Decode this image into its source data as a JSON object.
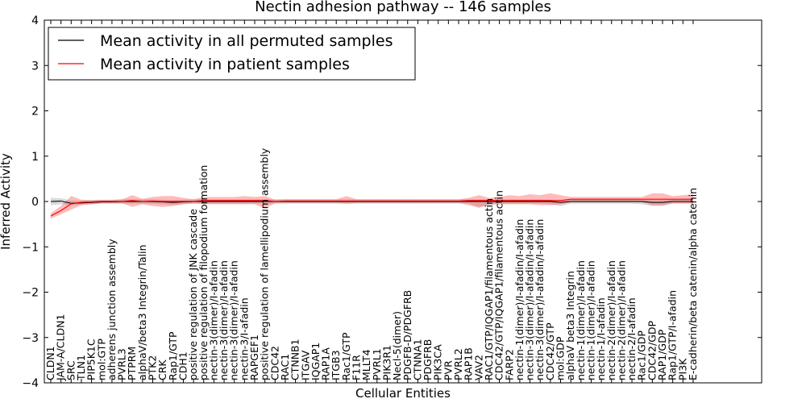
{
  "chart_data": {
    "type": "line",
    "title": "Nectin adhesion pathway -- 146 samples",
    "xlabel": "Cellular Entities",
    "ylabel": "Inferred Activity",
    "ylim": [
      -4,
      4
    ],
    "yticks": [
      -4,
      -3,
      -2,
      -1,
      0,
      1,
      2,
      3,
      4
    ],
    "ytick_labels": [
      "−4",
      "−3",
      "−2",
      "−1",
      "0",
      "1",
      "2",
      "3",
      "4"
    ],
    "grid": false,
    "legend_position": "top-left",
    "categories": [
      "CLDN1",
      "JAM-A/CLDN1",
      "SRC",
      "TLN1",
      "PIP5K1C",
      "mol:GTP",
      "adherens junction assembly",
      "PVRL3",
      "PTPRM",
      "alphaV/beta3 Integrin/Talin",
      "PTK2",
      "CRK",
      "Rap1/GTP",
      "CDH1",
      "positive regulation of JNK cascade",
      "positive regulation of filopodium formation",
      "nectin-3(dimer)/I-afadin",
      "nectin-3(dimer)/I-afadin",
      "nectin-3(dimer)/I-afadin",
      "nectin-3/I-afadin",
      "RAPGEF1",
      "positive regulation of lamellipodium assembly",
      "CDC42",
      "RAC1",
      "CTNNB1",
      "ITGAV",
      "IQGAP1",
      "RAP1A",
      "ITGB3",
      "Rac1/GTP",
      "F11R",
      "MLLT4",
      "PVRL1",
      "PIK3R1",
      "Necl-5(dimer)",
      "PDGFB-D/PDGFRB",
      "CTNNA1",
      "PDGFRB",
      "PIK3CA",
      "PVR",
      "PVRL2",
      "RAP1B",
      "VAV2",
      "RAC1/GTP/IQGAP1/filamentous actin",
      "CDC42/GTP/IQGAP1/filamentous actin",
      "FARP2",
      "nectin-1(dimer)/I-afadin/I-afadin",
      "nectin-3(dimer)/I-afadin/I-afadin",
      "nectin-3(dimer)/I-afadin/I-afadin",
      "CDC42/GTP",
      "mol:GDP",
      "alphaV beta3 Integrin",
      "nectin-1(dimer)/I-afadin",
      "nectin-1(dimer)/I-afadin",
      "nectin-1/I-afadin",
      "nectin-2(dimer)/I-afadin",
      "nectin-2(dimer)/I-afadin",
      "nectin-2/I-afadin",
      "Rac1/GDP",
      "CDC42/GDP",
      "RAP1/GDP",
      "Rap1/GTP/I-afadin",
      "PI3K",
      "E-cadherin/beta catenin/alpha catenin"
    ],
    "series": [
      {
        "name": "Mean activity in all permuted samples",
        "color": "#000000",
        "values": [
          0.0,
          0.01,
          -0.04,
          -0.03,
          -0.02,
          -0.01,
          -0.01,
          0.0,
          0.0,
          0.0,
          0.0,
          -0.01,
          -0.02,
          -0.01,
          0.0,
          0.0,
          0.0,
          0.0,
          0.0,
          0.0,
          0.0,
          0.0,
          0.0,
          0.0,
          0.0,
          0.0,
          0.0,
          0.0,
          0.0,
          0.0,
          0.0,
          0.0,
          0.0,
          0.0,
          0.0,
          0.0,
          0.0,
          0.0,
          0.0,
          0.0,
          0.0,
          0.0,
          0.0,
          0.0,
          0.0,
          0.0,
          0.0,
          0.0,
          0.0,
          0.0,
          -0.02,
          0.0,
          0.0,
          0.0,
          0.0,
          0.0,
          0.0,
          0.0,
          0.0,
          -0.02,
          -0.02,
          0.0,
          0.0,
          0.0
        ],
        "band_lower": [
          -0.08,
          -0.06,
          -0.08,
          -0.07,
          -0.06,
          -0.05,
          -0.05,
          -0.05,
          -0.05,
          -0.05,
          -0.05,
          -0.06,
          -0.07,
          -0.06,
          -0.05,
          -0.05,
          -0.05,
          -0.05,
          -0.05,
          -0.05,
          -0.05,
          -0.05,
          -0.05,
          -0.05,
          -0.05,
          -0.05,
          -0.05,
          -0.05,
          -0.05,
          -0.05,
          -0.05,
          -0.05,
          -0.05,
          -0.05,
          -0.05,
          -0.05,
          -0.05,
          -0.05,
          -0.05,
          -0.05,
          -0.05,
          -0.05,
          -0.12,
          -0.08,
          -0.06,
          -0.05,
          -0.05,
          -0.05,
          -0.05,
          -0.06,
          -0.1,
          -0.05,
          -0.05,
          -0.05,
          -0.05,
          -0.05,
          -0.05,
          -0.05,
          -0.06,
          -0.1,
          -0.1,
          -0.05,
          -0.05,
          -0.05
        ],
        "band_upper": [
          0.08,
          0.07,
          0.02,
          0.02,
          0.03,
          0.04,
          0.04,
          0.05,
          0.05,
          0.05,
          0.05,
          0.04,
          0.03,
          0.04,
          0.05,
          0.05,
          0.05,
          0.05,
          0.05,
          0.05,
          0.05,
          0.05,
          0.05,
          0.05,
          0.05,
          0.05,
          0.05,
          0.05,
          0.05,
          0.05,
          0.05,
          0.05,
          0.05,
          0.05,
          0.05,
          0.05,
          0.05,
          0.05,
          0.05,
          0.05,
          0.05,
          0.05,
          0.05,
          0.05,
          0.05,
          0.05,
          0.05,
          0.05,
          0.05,
          0.04,
          0.03,
          0.05,
          0.05,
          0.05,
          0.05,
          0.05,
          0.05,
          0.05,
          0.04,
          0.03,
          0.03,
          0.05,
          0.05,
          0.05
        ]
      },
      {
        "name": "Mean activity in patient samples",
        "color": "#ff0000",
        "values": [
          -0.32,
          -0.2,
          -0.05,
          -0.02,
          -0.01,
          0.0,
          0.0,
          0.0,
          0.02,
          0.0,
          0.01,
          0.0,
          0.0,
          0.0,
          0.0,
          0.02,
          0.02,
          0.02,
          0.02,
          0.02,
          0.02,
          0.02,
          0.0,
          0.01,
          0.01,
          0.01,
          0.01,
          0.01,
          0.01,
          0.01,
          0.01,
          0.01,
          0.01,
          0.01,
          0.01,
          0.01,
          0.01,
          0.01,
          0.01,
          0.01,
          0.01,
          0.02,
          0.02,
          0.02,
          0.02,
          0.02,
          0.02,
          0.02,
          0.02,
          0.02,
          0.02,
          0.05,
          0.05,
          0.05,
          0.05,
          0.05,
          0.05,
          0.05,
          0.05,
          0.05,
          0.05,
          0.05,
          0.05,
          0.05
        ],
        "band_lower": [
          -0.38,
          -0.28,
          -0.18,
          -0.08,
          -0.06,
          -0.04,
          -0.04,
          -0.04,
          -0.12,
          -0.06,
          -0.1,
          -0.12,
          -0.1,
          -0.06,
          -0.04,
          -0.06,
          -0.06,
          -0.06,
          -0.06,
          -0.06,
          -0.06,
          -0.15,
          -0.04,
          -0.03,
          -0.03,
          -0.03,
          -0.03,
          -0.03,
          -0.03,
          -0.05,
          -0.03,
          -0.03,
          -0.03,
          -0.03,
          -0.03,
          -0.03,
          -0.03,
          -0.03,
          -0.03,
          -0.03,
          -0.03,
          -0.08,
          -0.14,
          -0.06,
          -0.06,
          -0.06,
          -0.06,
          -0.06,
          -0.08,
          -0.08,
          -0.06,
          -0.02,
          -0.02,
          -0.02,
          -0.02,
          -0.02,
          -0.02,
          -0.02,
          -0.02,
          -0.08,
          -0.08,
          -0.04,
          -0.04,
          -0.04
        ],
        "band_upper": [
          -0.26,
          -0.1,
          0.12,
          0.04,
          0.03,
          0.03,
          0.03,
          0.05,
          0.14,
          0.06,
          0.1,
          0.12,
          0.12,
          0.08,
          0.05,
          0.1,
          0.1,
          0.1,
          0.1,
          0.12,
          0.1,
          0.12,
          0.04,
          0.05,
          0.05,
          0.05,
          0.05,
          0.05,
          0.05,
          0.12,
          0.05,
          0.05,
          0.05,
          0.05,
          0.05,
          0.05,
          0.05,
          0.05,
          0.05,
          0.05,
          0.05,
          0.08,
          0.14,
          0.08,
          0.1,
          0.14,
          0.12,
          0.16,
          0.14,
          0.18,
          0.14,
          0.1,
          0.1,
          0.1,
          0.1,
          0.1,
          0.1,
          0.1,
          0.1,
          0.18,
          0.18,
          0.12,
          0.14,
          0.16
        ]
      }
    ]
  }
}
